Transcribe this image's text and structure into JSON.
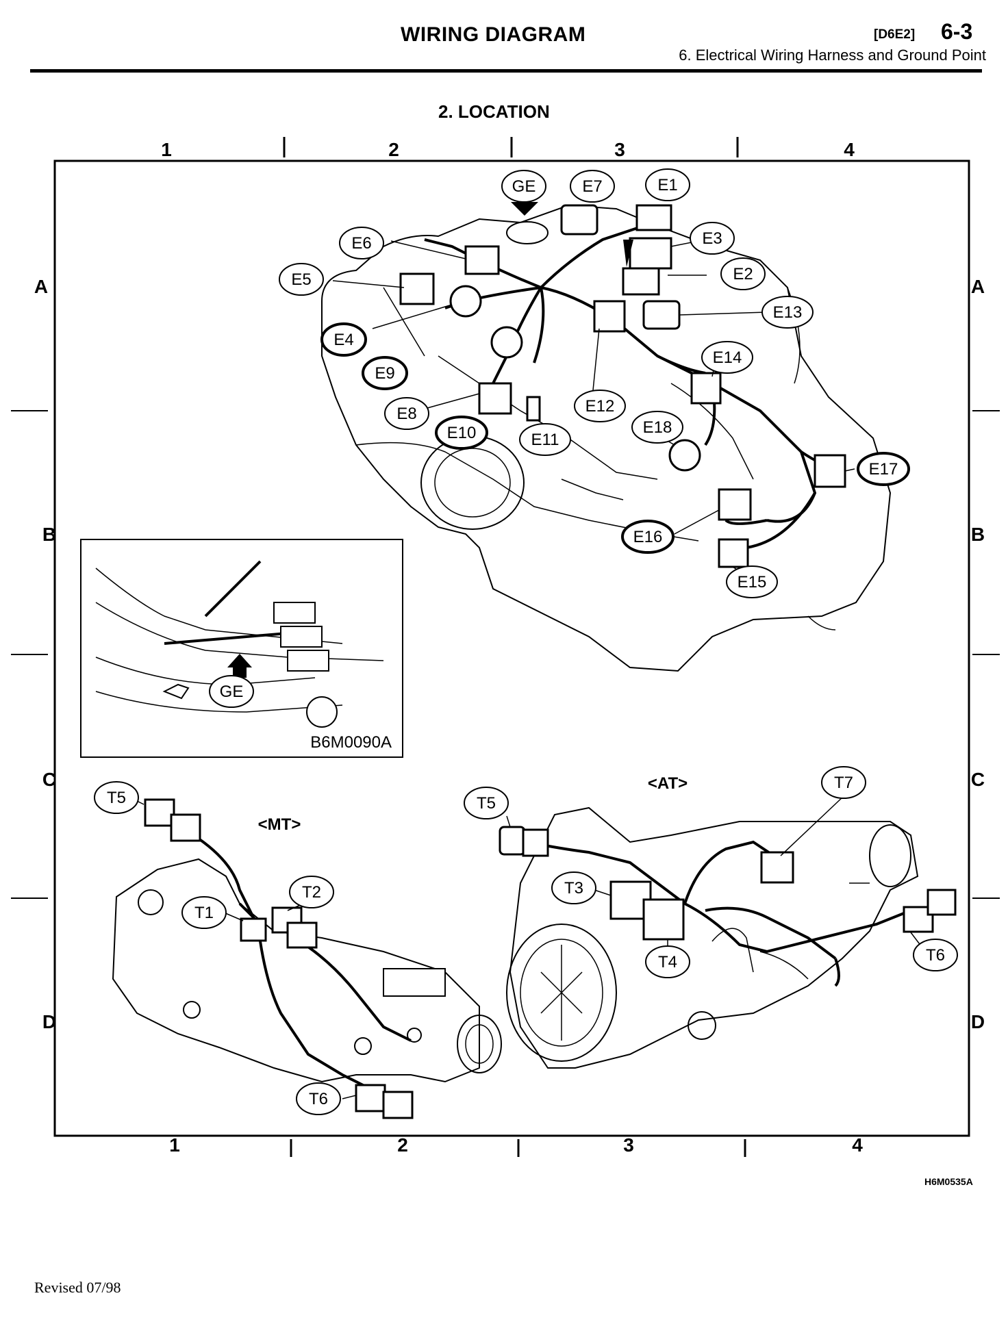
{
  "header": {
    "title": "WIRING DIAGRAM",
    "code": "[D6E2]",
    "page": "6-3",
    "subtitle": "6. Electrical Wiring Harness and Ground Point"
  },
  "section_title": "2. LOCATION",
  "grid": {
    "columns": [
      "1",
      "2",
      "3",
      "4"
    ],
    "rows": [
      "A",
      "B",
      "C",
      "D"
    ]
  },
  "connectors_engine": [
    "GE",
    "E7",
    "E1",
    "E3",
    "E6",
    "E2",
    "E5",
    "E13",
    "E4",
    "E9",
    "E14",
    "E12",
    "E8",
    "E18",
    "E10",
    "E11",
    "E17",
    "E16",
    "E15"
  ],
  "inset": {
    "ground_label": "GE",
    "figure_id": "B6M0090A"
  },
  "mt": {
    "heading": "<MT>",
    "labels": [
      "T5",
      "T2",
      "T1",
      "T6"
    ]
  },
  "at": {
    "heading": "<AT>",
    "labels": [
      "T7",
      "T5",
      "T3",
      "T4",
      "T6"
    ]
  },
  "figure_id": "H6M0535A",
  "footer": "Revised 07/98"
}
